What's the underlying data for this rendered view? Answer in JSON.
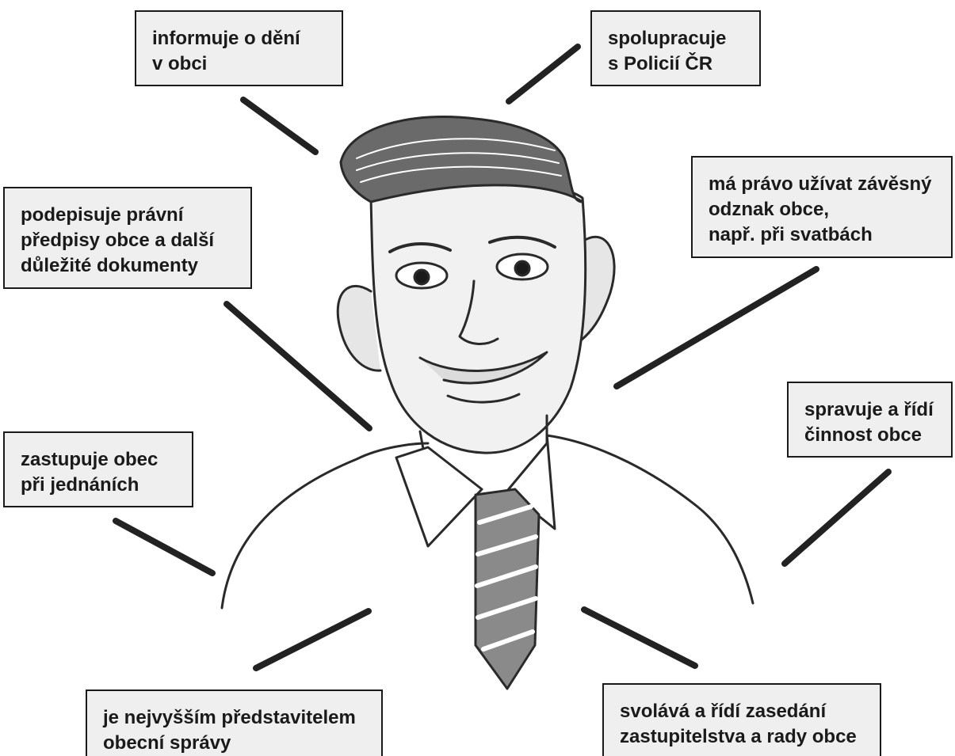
{
  "diagram": {
    "center_image": "mayor-portrait-sketch",
    "callouts": [
      {
        "id": "informs",
        "lines": [
          "informuje o dění",
          "v obci"
        ]
      },
      {
        "id": "police",
        "lines": [
          "spolupracuje",
          "s Policií ČR"
        ]
      },
      {
        "id": "signs",
        "lines": [
          "podepisuje právní",
          "předpisy obce a další",
          "důležité dokumenty"
        ]
      },
      {
        "id": "badge",
        "lines": [
          "má právo užívat závěsný",
          "odznak obce,",
          "např. při svatbách"
        ]
      },
      {
        "id": "manages",
        "lines": [
          "spravuje a řídí",
          "činnost obce"
        ]
      },
      {
        "id": "represents",
        "lines": [
          "zastupuje obec",
          "při jednáních"
        ]
      },
      {
        "id": "highest",
        "lines": [
          "je nejvyšším představitelem",
          "obecní správy"
        ]
      },
      {
        "id": "convenes",
        "lines": [
          "svolává a řídí zasedání",
          "zastupitelstva a rady obce"
        ]
      }
    ]
  },
  "colors": {
    "box_fill": "#efefef",
    "box_border": "#1a1a1a",
    "connector": "#222222",
    "sketch_ink": "#2a2a2a"
  }
}
